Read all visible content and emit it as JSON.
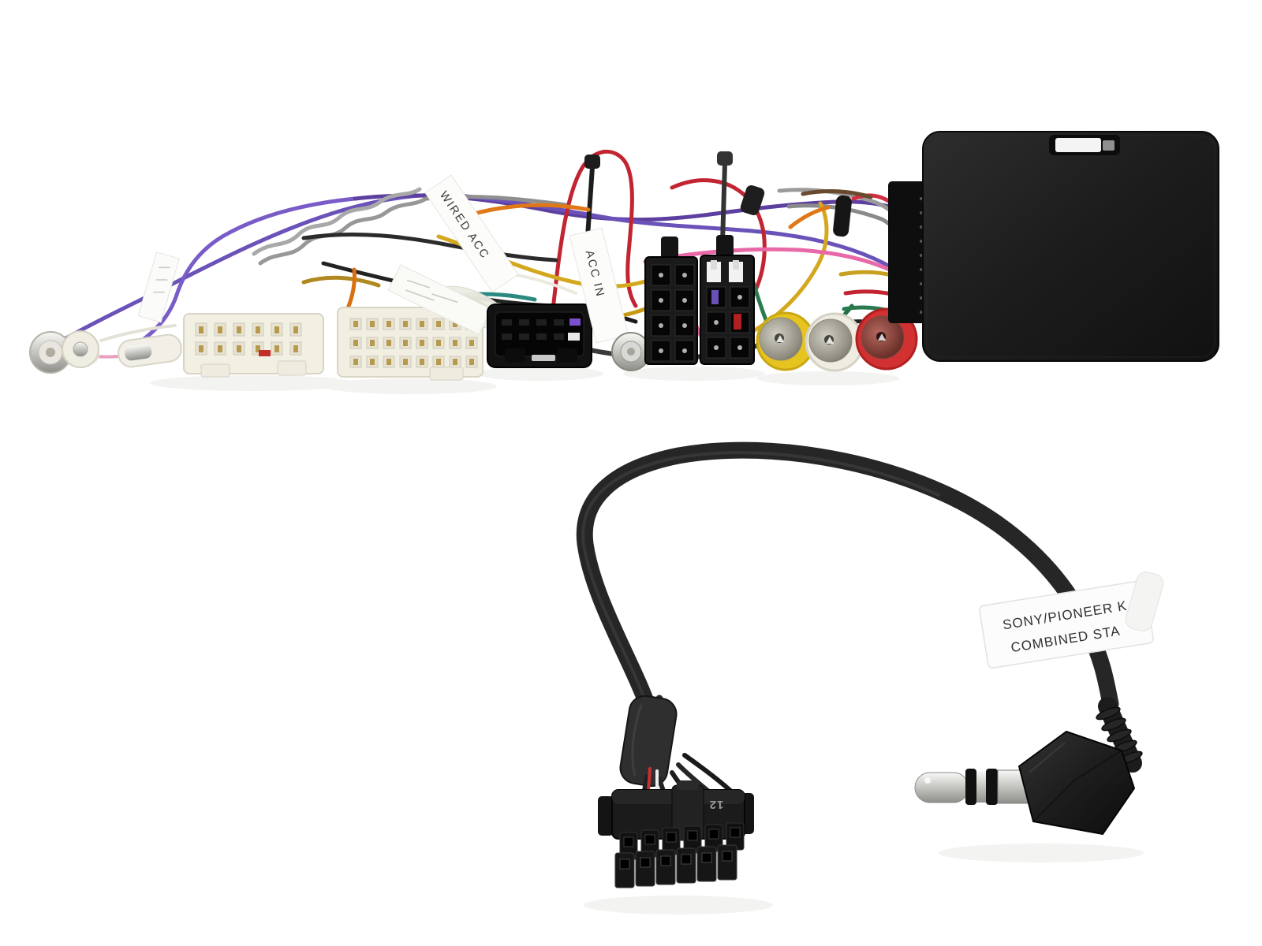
{
  "harness": {
    "flag_labels": {
      "wired_acc": "WIRED ACC",
      "acc_in": "ACC IN"
    },
    "connectors": [
      "bullet-terminal",
      "ring-terminal",
      "spade-terminal",
      "white-vehicle-connector-a",
      "white-vehicle-connector-b",
      "black-10pin-connector",
      "antenna-barrel-connector",
      "iso-connector-a",
      "iso-connector-b",
      "rca-yellow",
      "rca-white",
      "rca-red",
      "interface-box"
    ],
    "wire_colors": [
      "#6a52b8",
      "#a8a8a8",
      "#c22531",
      "#d4a81e",
      "#e07818",
      "#e868a8",
      "#2f7a4f",
      "#2a8a80",
      "#222222",
      "#eceadf",
      "#7a5a38"
    ],
    "rca_plugs": [
      {
        "name": "rca-yellow",
        "color": "#e6c31f"
      },
      {
        "name": "rca-white",
        "color": "#efece1"
      },
      {
        "name": "rca-red",
        "color": "#d23131"
      }
    ],
    "interface_box_color": "#1c1c1c"
  },
  "patch_lead": {
    "label": {
      "line1": "SONY/PIONEER K",
      "line2": "COMBINED STA"
    },
    "connector_marking": "12",
    "cable_color": "#262626",
    "parts": [
      "12pin-micro-connector",
      "heatshrink-sleeve",
      "cable-loop",
      "right-angle-3.5mm-jack"
    ]
  }
}
